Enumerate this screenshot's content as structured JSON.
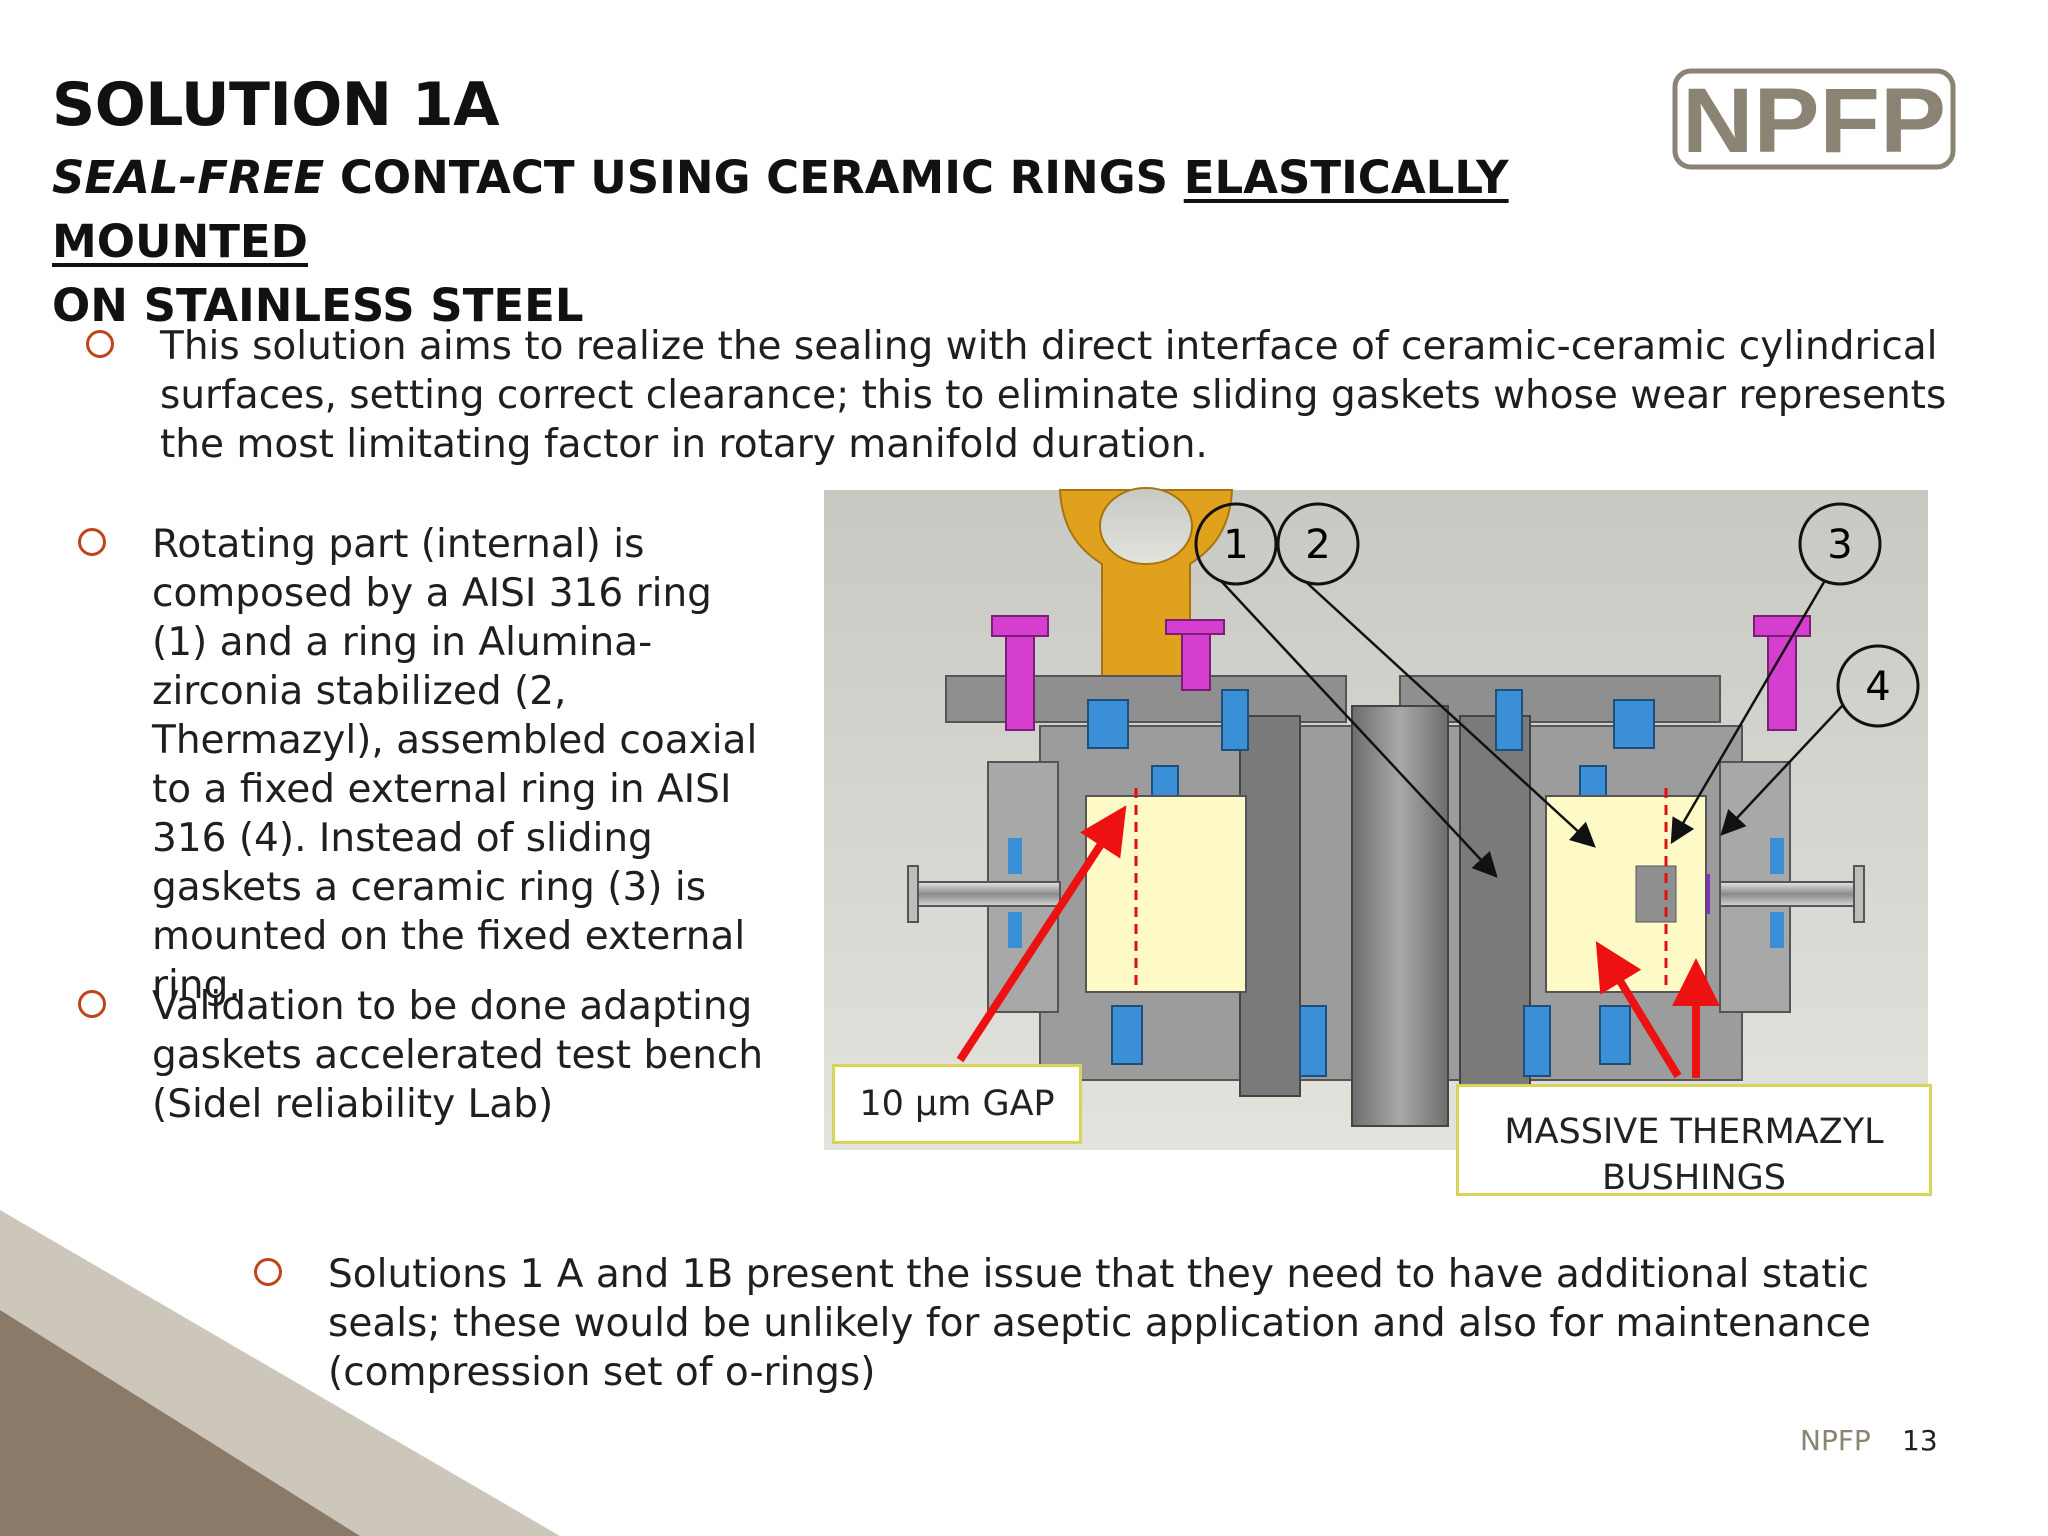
{
  "title": {
    "main": "SOLUTION 1A",
    "sub_italic": "SEAL-FREE",
    "sub_plain": " CONTACT USING CERAMIC RINGS ",
    "sub_underlined": "ELASTICALLY MOUNTED",
    "sub_line2": "ON STAINLESS STEEL"
  },
  "logo": {
    "text": "NPFP",
    "color": "#8b8374"
  },
  "bullets": {
    "b1": "This solution aims to realize the sealing with direct interface of ceramic-ceramic cylindrical surfaces, setting correct clearance; this to eliminate sliding gaskets whose wear represents the most limitating factor in rotary manifold duration.",
    "b2": "Rotating part (internal) is composed by a AISI 316 ring (1) and a ring in Alumina-zirconia stabilized (2, Thermazyl), assembled coaxial to a fixed external ring in AISI 316 (4). Instead of sliding gaskets a ceramic ring (3) is mounted on the fixed external ring.",
    "b3": "Validation to be done adapting gaskets accelerated test bench (Sidel reliability Lab)",
    "b4": "Solutions 1 A and 1B present the issue that they need to have additional static seals; these would be unlikely for aseptic application and also for maintenance (compression set of o-rings)"
  },
  "diagram": {
    "labels": [
      "1",
      "2",
      "3",
      "4"
    ],
    "gap_label": "10 μm GAP",
    "bushings_label_line1": "MASSIVE THERMAZYL",
    "bushings_label_line2": "BUSHINGS"
  },
  "footer": {
    "brand": "NPFP",
    "page": "13"
  },
  "colors": {
    "bullet_mark": "#c0441a",
    "callout_border": "#d8d45a",
    "arrow": "#ee1111",
    "ceramic": "#fdfac8",
    "steel": "#8f8f8f",
    "ring_hook": "#e0a21c",
    "bolt": "#d43fd0",
    "fastener": "#3a8fd6"
  }
}
